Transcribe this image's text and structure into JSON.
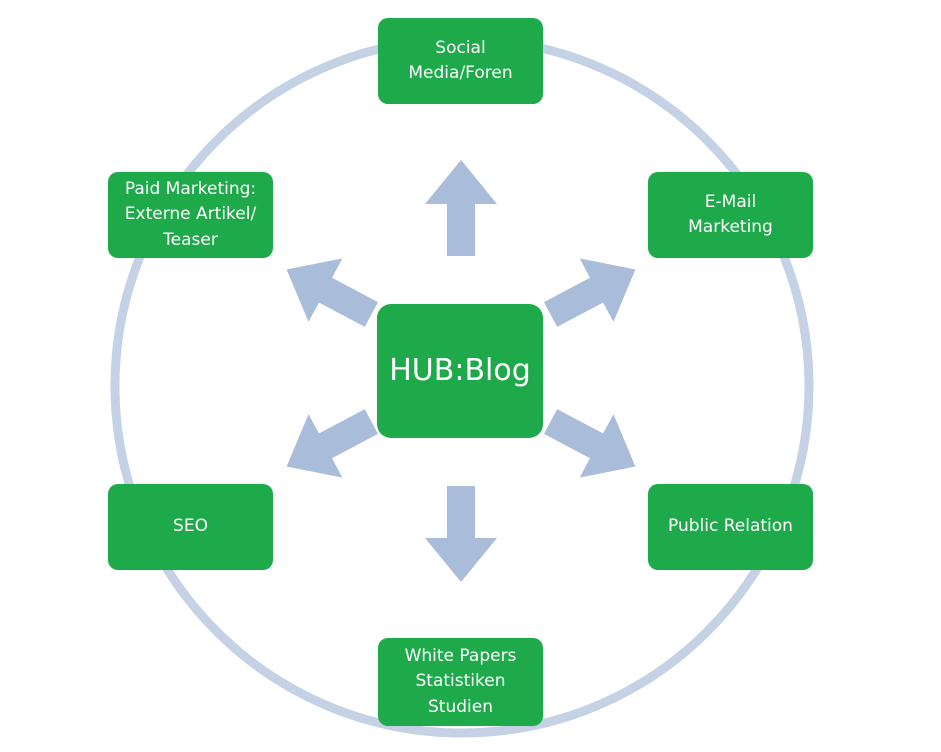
{
  "colors": {
    "node_fill": "#1eaa4b",
    "node_text": "#ffffff",
    "ring": "#c5d2e6",
    "arrow": "#a9bcd9"
  },
  "hub": {
    "label": "HUB:Blog"
  },
  "nodes": [
    {
      "id": "social-media",
      "label": "Social\nMedia/Foren"
    },
    {
      "id": "email-marketing",
      "label": "E-Mail\nMarketing"
    },
    {
      "id": "public-relation",
      "label": "Public Relation"
    },
    {
      "id": "white-papers",
      "label": "White Papers\nStatistiken\nStudien"
    },
    {
      "id": "seo",
      "label": "SEO"
    },
    {
      "id": "paid-marketing",
      "label": "Paid Marketing:\nExterne Artikel/\nTeaser"
    }
  ]
}
